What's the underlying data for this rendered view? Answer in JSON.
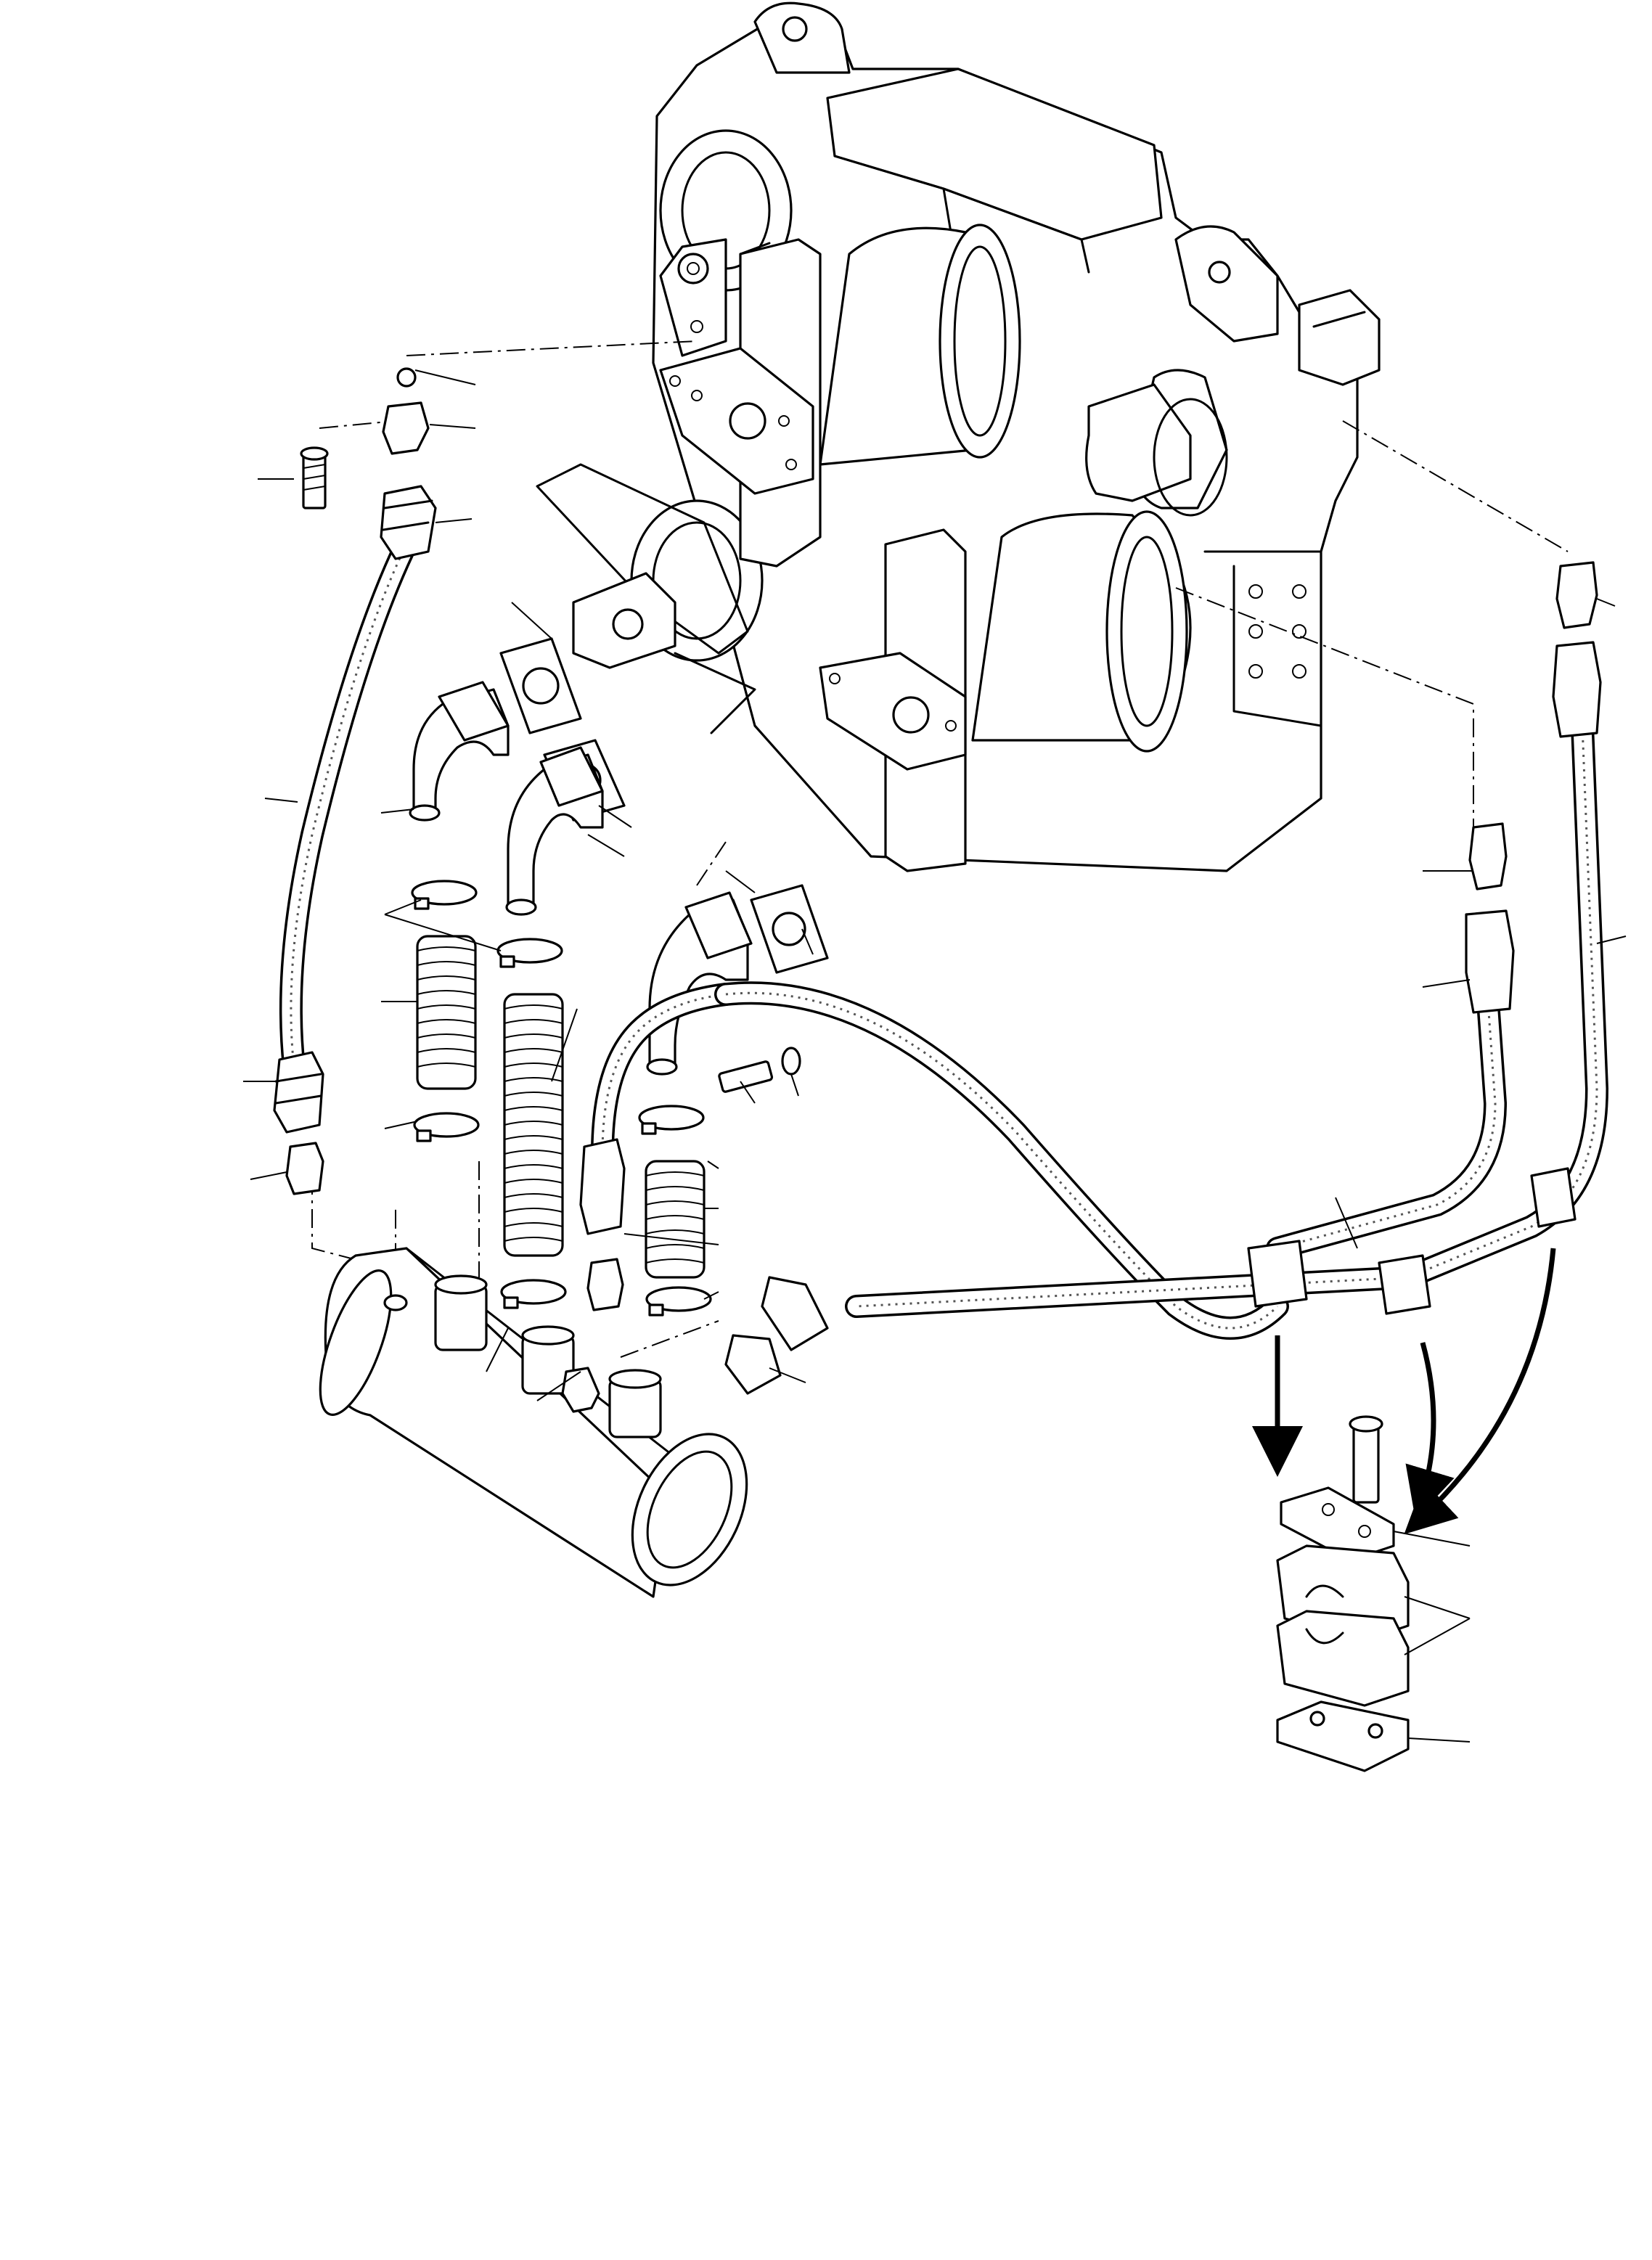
{
  "figure": {
    "kind": "exploded parts drawing",
    "callouts_have_text": false
  },
  "parts": [
    {
      "id": "gearbox-housing"
    },
    {
      "id": "manifold-tube"
    },
    {
      "id": "hose-left"
    },
    {
      "id": "hose-right"
    },
    {
      "id": "hose-center"
    },
    {
      "id": "elbow-1"
    },
    {
      "id": "elbow-2"
    },
    {
      "id": "elbow-3"
    },
    {
      "id": "bellows-1"
    },
    {
      "id": "bellows-2"
    },
    {
      "id": "bellows-3"
    },
    {
      "id": "hose-clamp"
    },
    {
      "id": "gasket"
    },
    {
      "id": "clamp-block-assembly"
    },
    {
      "id": "cap-screw"
    },
    {
      "id": "adapter-fitting"
    }
  ]
}
